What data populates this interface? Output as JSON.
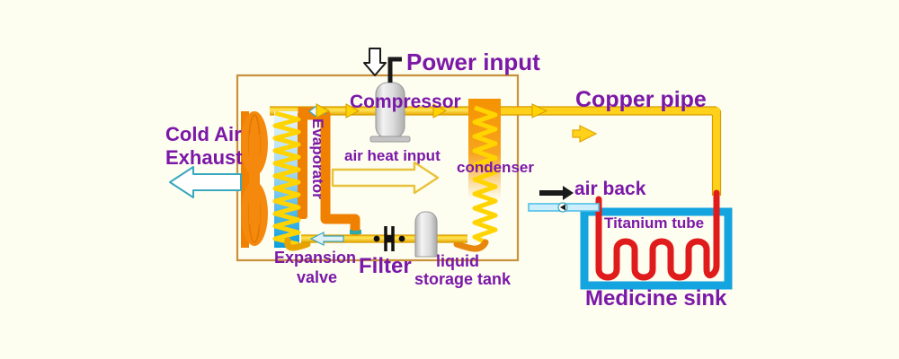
{
  "diagram": {
    "title": "Heat pump medicine sink heating schematic",
    "background_color": "#fdfdf0",
    "label_color": "#7b18a8",
    "labels": {
      "power_input": "Power input",
      "compressor": "Compressor",
      "copper_pipe": "Copper pipe",
      "cold_air": "Cold Air",
      "exhaust": "Exhaust",
      "evaporator": "Evaporator",
      "air_heat_input": "air heat input",
      "condenser": "condenser",
      "air_back": "air back",
      "titanium_tube": "Titanium tube",
      "medicine_sink": "Medicine sink",
      "expansion": "Expansion",
      "valve": "valve",
      "filter": "Filter",
      "liquid": "liquid",
      "storage_tank": "storage tank"
    },
    "colors": {
      "frame": "#c8923c",
      "copper_pipe": "#ffd11a",
      "copper_pipe_edge": "#d99b00",
      "orange": "#f08000",
      "orange_light": "#f79a1e",
      "red_tube": "#e01b1b",
      "sink_blue": "#14a5e0",
      "air_back_blue": "#7fd2f0",
      "exhaust_outline": "#3aa8bf",
      "heat_arrow_outline": "#e8c33a",
      "compressor_body": "#d8d8d8",
      "filter_black": "#111111",
      "tank_grey": "#cfcfcf"
    },
    "components": [
      {
        "name": "compressor",
        "type": "cylinder"
      },
      {
        "name": "evaporator",
        "type": "finned-coil-with-fan"
      },
      {
        "name": "condenser",
        "type": "finned-coil"
      },
      {
        "name": "expansion-valve",
        "type": "valve"
      },
      {
        "name": "filter",
        "type": "inline-filter"
      },
      {
        "name": "liquid-storage-tank",
        "type": "cylinder"
      },
      {
        "name": "medicine-sink",
        "type": "tank"
      },
      {
        "name": "titanium-tube",
        "type": "serpentine-coil"
      }
    ],
    "flow_arrows": [
      {
        "name": "refrigerant-to-compressor",
        "direction": "right"
      },
      {
        "name": "refrigerant-to-condenser",
        "direction": "right"
      },
      {
        "name": "copper-pipe-flow",
        "direction": "right"
      },
      {
        "name": "cold-air-exhaust",
        "direction": "left"
      },
      {
        "name": "air-heat-input",
        "direction": "right"
      },
      {
        "name": "air-back",
        "direction": "left"
      },
      {
        "name": "expansion-valve-flow",
        "direction": "left"
      }
    ]
  }
}
